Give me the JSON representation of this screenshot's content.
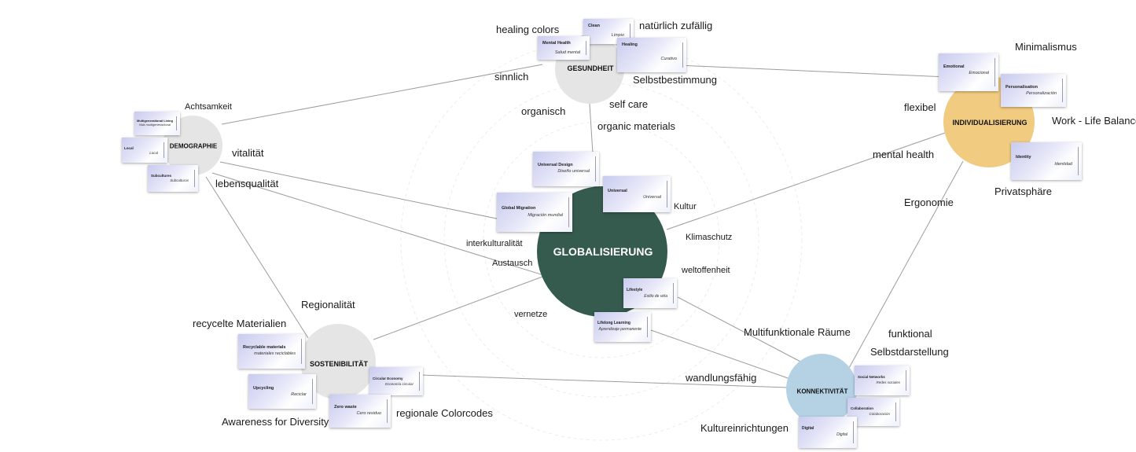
{
  "nodes": {
    "globalisierung": {
      "label": "GLOBALISIERUNG",
      "color": "#355a4e",
      "text_color": "#ffffff"
    },
    "gesundheit": {
      "label": "GESUNDHEIT",
      "color": "#e5e5e5"
    },
    "individualisierung": {
      "label": "INDIVIDUALISIERUNG",
      "color": "#f0cb80"
    },
    "demographie": {
      "label": "DEMOGRAPHIE",
      "color": "#e5e5e5"
    },
    "sostenibilitat": {
      "label": "SOSTENIBILITÄT",
      "color": "#e5e5e5"
    },
    "konnektivitat": {
      "label": "KONNEKTIVITÄT",
      "color": "#b5d2e5"
    }
  },
  "cards": [
    {
      "id": "clean",
      "en": "Clean",
      "es": "Limpio"
    },
    {
      "id": "mental-health",
      "en": "Mental Health",
      "es": "Salud mental"
    },
    {
      "id": "healing",
      "en": "Healing",
      "es": "Curativo"
    },
    {
      "id": "emotional",
      "en": "Emotional",
      "es": "Emocional"
    },
    {
      "id": "personalisation",
      "en": "Personalisation",
      "es": "Personalización"
    },
    {
      "id": "identity",
      "en": "Identity",
      "es": "Identidad"
    },
    {
      "id": "multigenerational",
      "en": "Multigenerational Living",
      "es": "Vida multigeneracional"
    },
    {
      "id": "local",
      "en": "Local",
      "es": "Local"
    },
    {
      "id": "subcultures",
      "en": "Subcultures",
      "es": "Subculturas"
    },
    {
      "id": "universal-design",
      "en": "Universal Design",
      "es": "Diseño universal"
    },
    {
      "id": "global-migration",
      "en": "Global Migration",
      "es": "Migración mundial"
    },
    {
      "id": "universal",
      "en": "Universal",
      "es": "Universal"
    },
    {
      "id": "lifestyle",
      "en": "Lifestyle",
      "es": "Estilo de vida"
    },
    {
      "id": "lifelong-learning",
      "en": "Lifelong Learning",
      "es": "Aprendizaje permanente"
    },
    {
      "id": "recyclable",
      "en": "Recyclable materials",
      "es": "materiales reciclables"
    },
    {
      "id": "upcycling",
      "en": "Upcycling",
      "es": "Reciclar"
    },
    {
      "id": "circular-economy",
      "en": "Circular Economy",
      "es": "Economía circular"
    },
    {
      "id": "zero-waste",
      "en": "Zero waste",
      "es": "Cero residuo"
    },
    {
      "id": "social-networks",
      "en": "Social Networks",
      "es": "Redes sociales"
    },
    {
      "id": "collaboration",
      "en": "Collaboration",
      "es": "Colaboración"
    },
    {
      "id": "digital",
      "en": "Digital",
      "es": "Digital"
    }
  ],
  "keywords": {
    "healing_colors": "healing colors",
    "naturlich_zufallig": "natürlich zufällig",
    "selbstbestimmung": "Selbstbestimmung",
    "sinnlich": "sinnlich",
    "self_care": "self care",
    "organisch": "organisch",
    "organic_materials": "organic materials",
    "minimalismus": "Minimalismus",
    "flexibel": "flexibel",
    "work_life_balance": "Work - Life Balance",
    "mental_health": "mental health",
    "privatsphare": "Privatsphäre",
    "ergonomie": "Ergonomie",
    "achtsamkeit": "Achtsamkeit",
    "vitalitat": "vitalität",
    "lebensqualitat": "lebensqualität",
    "kultur": "Kultur",
    "klimaschutz": "Klimaschutz",
    "interkulturalitat": "interkulturalität",
    "austausch": "Austausch",
    "weltoffenheit": "weltoffenheit",
    "vernetze": "vernetze",
    "regionalitat": "Regionalität",
    "recycelte_materialien": "recycelte Materialien",
    "regionale_colorcodes": "regionale Colorcodes",
    "awareness_for_diversity": "Awareness for Diversity",
    "multifunktionale_raume": "Multifunktionale Räume",
    "funktional": "funktional",
    "selbstdarstellung": "Selbstdarstellung",
    "wandlungsfahig": "wandlungsfähig",
    "kultureinrichtungen": "Kultureinrichtungen"
  }
}
